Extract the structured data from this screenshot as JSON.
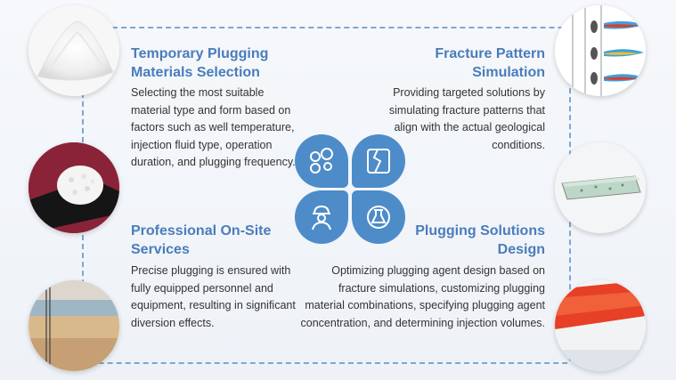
{
  "sections": {
    "temporary": {
      "title_line1": "Temporary Plugging",
      "title_line2": "Materials Selection",
      "lines": [
        "Selecting the most suitable",
        "material type and form based on",
        "factors such as well temperature,",
        "injection fluid type, operation",
        "duration, and plugging frequency."
      ]
    },
    "fracture": {
      "title_line1": "Fracture Pattern",
      "title_line2": "Simulation",
      "lines": [
        "Providing targeted solutions by",
        "simulating fracture patterns that",
        "align with the actual geological",
        "conditions."
      ]
    },
    "onsite": {
      "title_line1": "Professional On-Site",
      "title_line2": "Services",
      "lines": [
        "Precise plugging is ensured with",
        "fully equipped personnel and",
        "equipment, resulting in significant",
        "diversion effects."
      ]
    },
    "design": {
      "title_line1": "Plugging Solutions",
      "title_line2": "Design",
      "lines": [
        "Optimizing plugging agent design based on",
        "fracture simulations, customizing plugging",
        "material combinations, specifying plugging agent",
        "concentration, and determining injection volumes."
      ]
    }
  },
  "images": {
    "powder": "white-powder-photo",
    "granules": "white-granules-on-black-scoop",
    "site": "geological-cross-section-diagram",
    "well_log": "well-log-chart",
    "core": "core-sample-model",
    "sim": "red-fracture-simulation"
  },
  "colors": {
    "heading": "#4a7cbc",
    "icon_blue": "#4d8cc8",
    "frame": "#7ea6cf"
  }
}
